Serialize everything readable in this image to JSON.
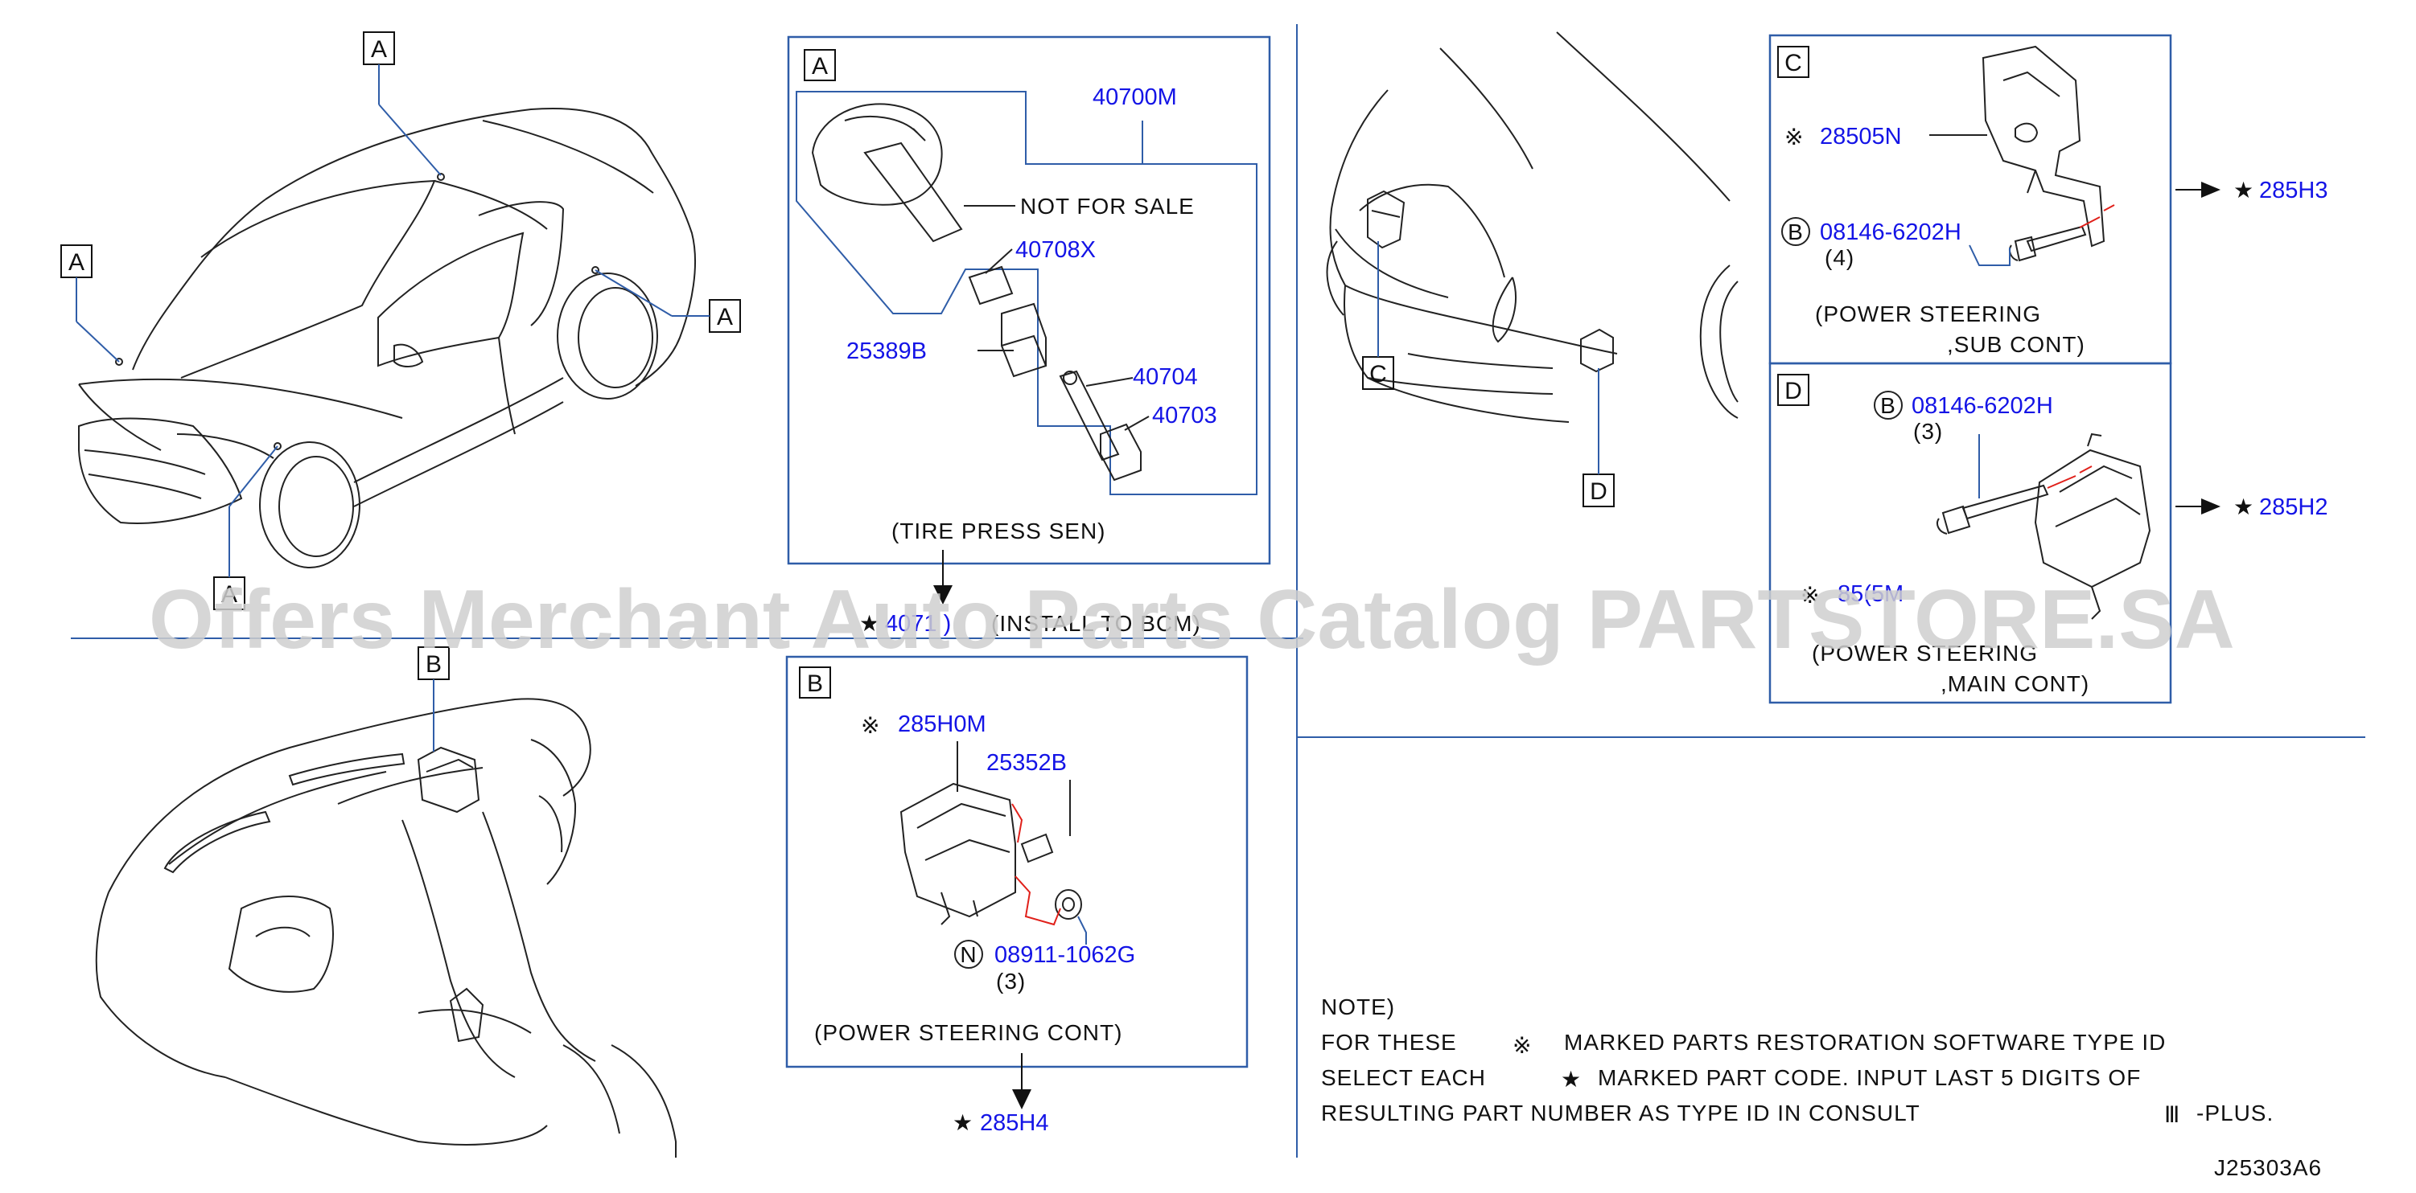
{
  "labels": {
    "a": "A",
    "b": "B",
    "c": "C",
    "d": "D"
  },
  "tire_panel": {
    "p1": "40700M",
    "not_for_sale": "NOT   FOR   SALE",
    "p2": "40708X",
    "p3": "25389B",
    "p4": "40704",
    "p5": "40703",
    "caption": "(TIRE   PRESS   SEN)",
    "install_code": "4071  )",
    "install_text": "(INSTALL  TO  BCM)"
  },
  "b_panel": {
    "p1": "285H0M",
    "p2": "25352B",
    "bolt": "08911-1062G",
    "qty": "(3)",
    "caption": "(POWER   STEERING   CONT)",
    "ref": "285H4"
  },
  "c_panel": {
    "p1": "28505N",
    "bolt": "08146-6202H",
    "qty": "(4)",
    "caption1": "(POWER   STEERING",
    "caption2": ",SUB   CONT)",
    "ref": "285H3"
  },
  "d_panel": {
    "bolt": "08146-6202H",
    "qty": "(3)",
    "p1": "85(5M",
    "caption1": "(POWER   STEERING",
    "caption2": ",MAIN   CONT)",
    "ref": "285H2"
  },
  "note": {
    "title": "NOTE)",
    "line1a": "FOR   THESE",
    "line1b": "MARKED   PARTS   RESTORATION   SOFTWARE   TYPE   ID",
    "line2a": "SELECT   EACH",
    "line2b": "MARKED   PART   CODE.   INPUT   LAST   5   DIGITS   OF",
    "line3a": "RESULTING   PART   NUMBER   AS   TYPE   ID   IN   CONSULT",
    "line3b": "-PLUS."
  },
  "diagram_code": "J25303A6",
  "watermark": "Offers Merchant Auto Parts Catalog PARTSTORE.SA",
  "symbols": {
    "star": "★",
    "asterisk": "※",
    "circled_b": "B",
    "circled_n": "N",
    "roman_three": "Ⅲ"
  },
  "colors": {
    "part_number": "#1414e6",
    "frame": "#2f5da8",
    "red_line": "#e0201a"
  }
}
